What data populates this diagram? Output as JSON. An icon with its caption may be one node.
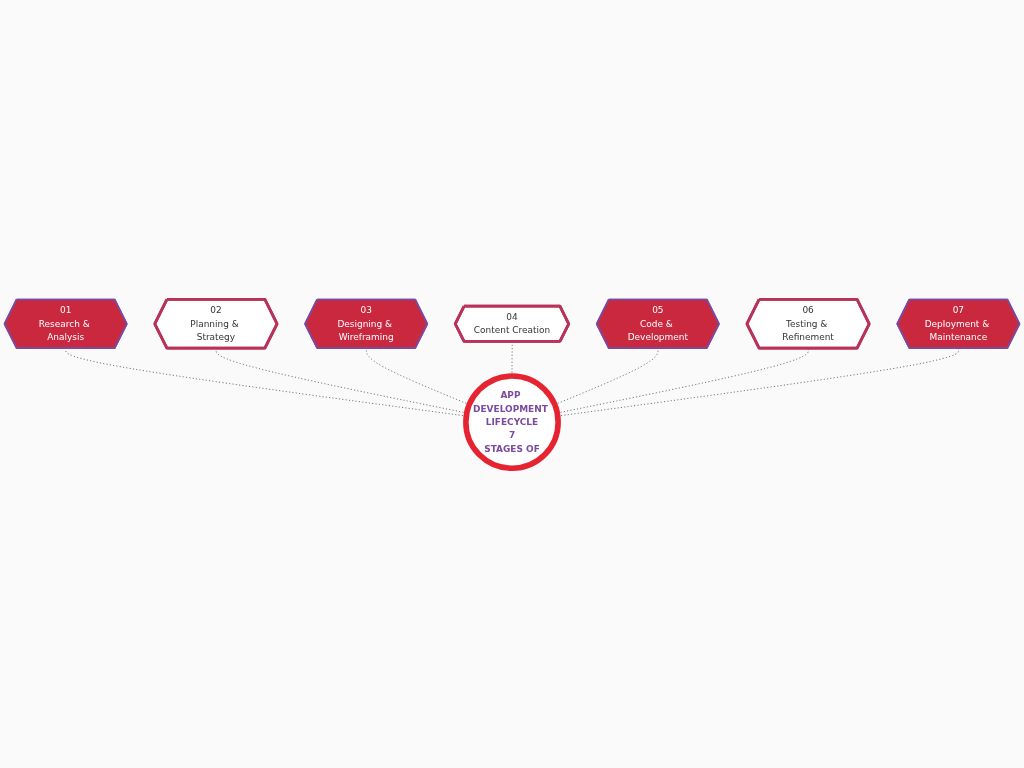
{
  "diagram": {
    "nodes": [
      {
        "text": [
          "APP DEVELOPMENT LIFECYCLE",
          "7",
          "STAGES OF"
        ]
      },
      {
        "text": [
          "01",
          "Research & Analysis"
        ]
      },
      {
        "text": [
          "02",
          "Planning & Strategy"
        ]
      },
      {
        "text": [
          "03",
          "Designing & Wireframing"
        ]
      },
      {
        "text": [
          "04",
          "Content Creation"
        ]
      },
      {
        "text": [
          "05",
          "Code & Development"
        ]
      },
      {
        "text": [
          "06",
          "Testing & Refinement"
        ]
      },
      {
        "text": [
          "07",
          "Deployment & Maintenance"
        ]
      }
    ],
    "edges": [
      {
        "from": 0,
        "to": 1,
        "arrow": "none",
        "style": "dashed"
      },
      {
        "from": 0,
        "to": 2,
        "arrow": "none",
        "style": "dashed"
      },
      {
        "from": 0,
        "to": 3,
        "arrow": "none",
        "style": "dashed"
      },
      {
        "from": 0,
        "to": 4,
        "arrow": "none",
        "style": "dashed"
      },
      {
        "from": 0,
        "to": 5,
        "arrow": "none",
        "style": "dashed"
      },
      {
        "from": 0,
        "to": 6,
        "arrow": "none",
        "style": "dashed"
      },
      {
        "from": 0,
        "to": 7,
        "arrow": "none",
        "style": "dashed"
      }
    ]
  }
}
